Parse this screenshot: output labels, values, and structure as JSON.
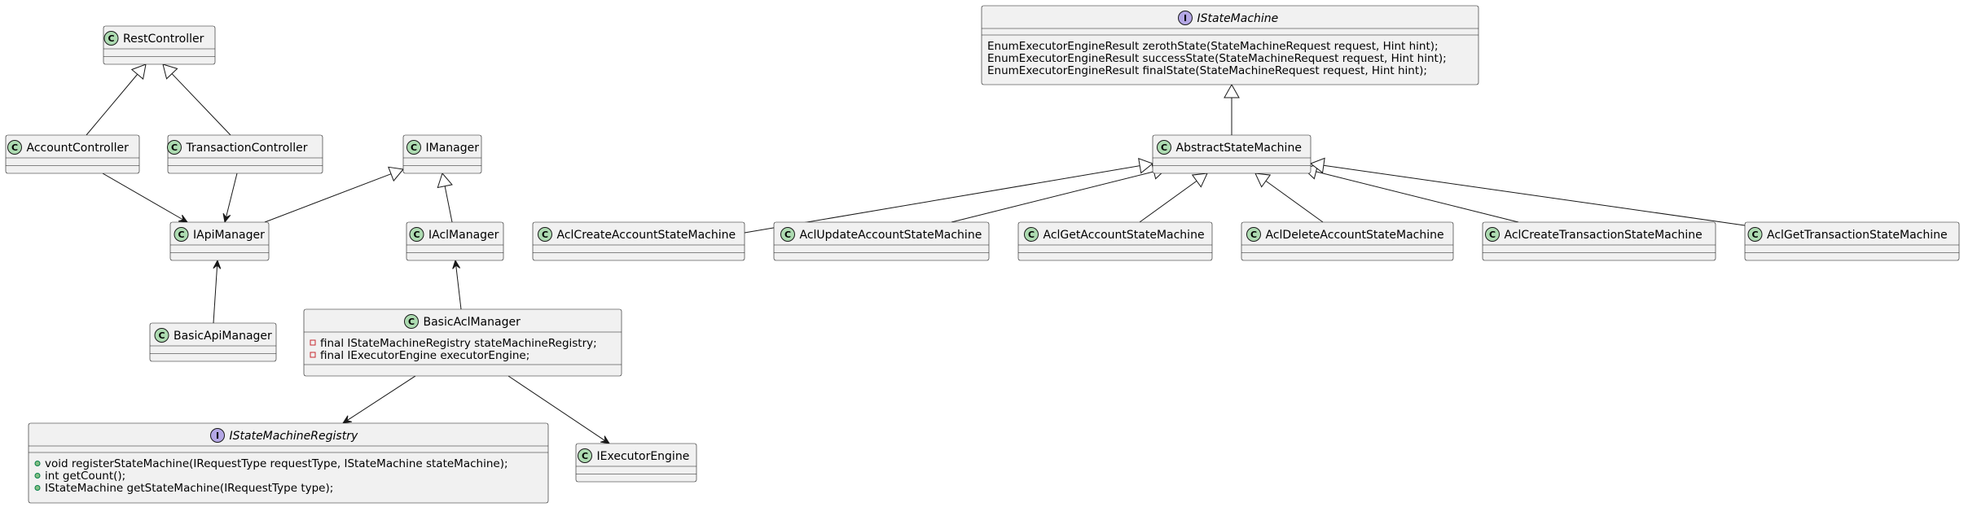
{
  "diagram": {
    "type": "uml-class-diagram",
    "colors": {
      "class_badge": "#addbb1",
      "interface_badge": "#b4a7e5",
      "box_fill": "#f1f1f1",
      "line": "#181818",
      "private_marker": "#c82930",
      "public_marker": "#84be84"
    },
    "classes": [
      {
        "id": "RestController",
        "name": "RestController",
        "kind": "class",
        "fields": [],
        "methods": []
      },
      {
        "id": "AccountController",
        "name": "AccountController",
        "kind": "class",
        "fields": [],
        "methods": []
      },
      {
        "id": "TransactionController",
        "name": "TransactionController",
        "kind": "class",
        "fields": [],
        "methods": []
      },
      {
        "id": "IManager",
        "name": "IManager",
        "kind": "class",
        "fields": [],
        "methods": []
      },
      {
        "id": "IApiManager",
        "name": "IApiManager",
        "kind": "class",
        "fields": [],
        "methods": []
      },
      {
        "id": "IAclManager",
        "name": "IAclManager",
        "kind": "class",
        "fields": [],
        "methods": []
      },
      {
        "id": "BasicApiManager",
        "name": "BasicApiManager",
        "kind": "class",
        "fields": [],
        "methods": []
      },
      {
        "id": "BasicAclManager",
        "name": "BasicAclManager",
        "kind": "class",
        "fields": [
          {
            "visibility": "private",
            "text": "final IStateMachineRegistry stateMachineRegistry;"
          },
          {
            "visibility": "private",
            "text": "final IExecutorEngine executorEngine;"
          }
        ],
        "methods": []
      },
      {
        "id": "IStateMachineRegistry",
        "name": "IStateMachineRegistry",
        "kind": "interface",
        "fields": [],
        "methods": [
          {
            "visibility": "public",
            "text": "void registerStateMachine(IRequestType requestType, IStateMachine stateMachine);"
          },
          {
            "visibility": "public",
            "text": "int getCount();"
          },
          {
            "visibility": "public",
            "text": "IStateMachine getStateMachine(IRequestType type);"
          }
        ]
      },
      {
        "id": "IExecutorEngine",
        "name": "IExecutorEngine",
        "kind": "class",
        "fields": [],
        "methods": []
      },
      {
        "id": "IStateMachine",
        "name": "IStateMachine",
        "kind": "interface",
        "fields": [],
        "methods": [
          {
            "visibility": "none",
            "text": "EnumExecutorEngineResult zerothState(StateMachineRequest request, Hint hint);"
          },
          {
            "visibility": "none",
            "text": "EnumExecutorEngineResult successState(StateMachineRequest request, Hint hint);"
          },
          {
            "visibility": "none",
            "text": "EnumExecutorEngineResult finalState(StateMachineRequest request, Hint hint);"
          }
        ]
      },
      {
        "id": "AbstractStateMachine",
        "name": "AbstractStateMachine",
        "kind": "class",
        "fields": [],
        "methods": []
      },
      {
        "id": "AclCreateAccountStateMachine",
        "name": "AclCreateAccountStateMachine",
        "kind": "class",
        "fields": [],
        "methods": []
      },
      {
        "id": "AclUpdateAccountStateMachine",
        "name": "AclUpdateAccountStateMachine",
        "kind": "class",
        "fields": [],
        "methods": []
      },
      {
        "id": "AclGetAccountStateMachine",
        "name": "AclGetAccountStateMachine",
        "kind": "class",
        "fields": [],
        "methods": []
      },
      {
        "id": "AclDeleteAccountStateMachine",
        "name": "AclDeleteAccountStateMachine",
        "kind": "class",
        "fields": [],
        "methods": []
      },
      {
        "id": "AclCreateTransactionStateMachine",
        "name": "AclCreateTransactionStateMachine",
        "kind": "class",
        "fields": [],
        "methods": []
      },
      {
        "id": "AclGetTransactionStateMachine",
        "name": "AclGetTransactionStateMachine",
        "kind": "class",
        "fields": [],
        "methods": []
      }
    ],
    "relations": [
      {
        "from": "AccountController",
        "to": "RestController",
        "type": "extends"
      },
      {
        "from": "TransactionController",
        "to": "RestController",
        "type": "extends"
      },
      {
        "from": "IApiManager",
        "to": "IManager",
        "type": "extends"
      },
      {
        "from": "IAclManager",
        "to": "IManager",
        "type": "extends"
      },
      {
        "from": "AccountController",
        "to": "IApiManager",
        "type": "association"
      },
      {
        "from": "TransactionController",
        "to": "IApiManager",
        "type": "association"
      },
      {
        "from": "BasicApiManager",
        "to": "IApiManager",
        "type": "association"
      },
      {
        "from": "BasicAclManager",
        "to": "IAclManager",
        "type": "association"
      },
      {
        "from": "BasicAclManager",
        "to": "IStateMachineRegistry",
        "type": "association"
      },
      {
        "from": "BasicAclManager",
        "to": "IExecutorEngine",
        "type": "association"
      },
      {
        "from": "AbstractStateMachine",
        "to": "IStateMachine",
        "type": "extends"
      },
      {
        "from": "AclCreateAccountStateMachine",
        "to": "AbstractStateMachine",
        "type": "extends"
      },
      {
        "from": "AclUpdateAccountStateMachine",
        "to": "AbstractStateMachine",
        "type": "extends"
      },
      {
        "from": "AclGetAccountStateMachine",
        "to": "AbstractStateMachine",
        "type": "extends"
      },
      {
        "from": "AclDeleteAccountStateMachine",
        "to": "AbstractStateMachine",
        "type": "extends"
      },
      {
        "from": "AclCreateTransactionStateMachine",
        "to": "AbstractStateMachine",
        "type": "extends"
      },
      {
        "from": "AclGetTransactionStateMachine",
        "to": "AbstractStateMachine",
        "type": "extends"
      }
    ]
  }
}
